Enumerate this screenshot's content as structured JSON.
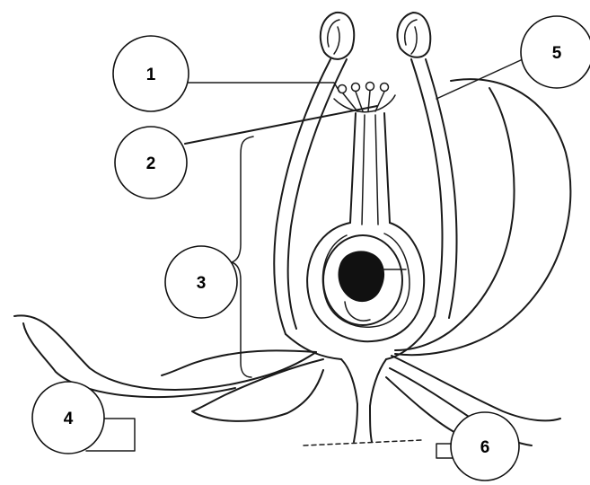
{
  "labels": [
    {
      "id": "label-1",
      "text": "1"
    },
    {
      "id": "label-2",
      "text": "2"
    },
    {
      "id": "label-3",
      "text": "3"
    },
    {
      "id": "label-4",
      "text": "4"
    },
    {
      "id": "label-5",
      "text": "5"
    },
    {
      "id": "label-6",
      "text": "6"
    }
  ],
  "colors": {
    "ink": "#1a1a1a",
    "background": "#ffffff"
  }
}
